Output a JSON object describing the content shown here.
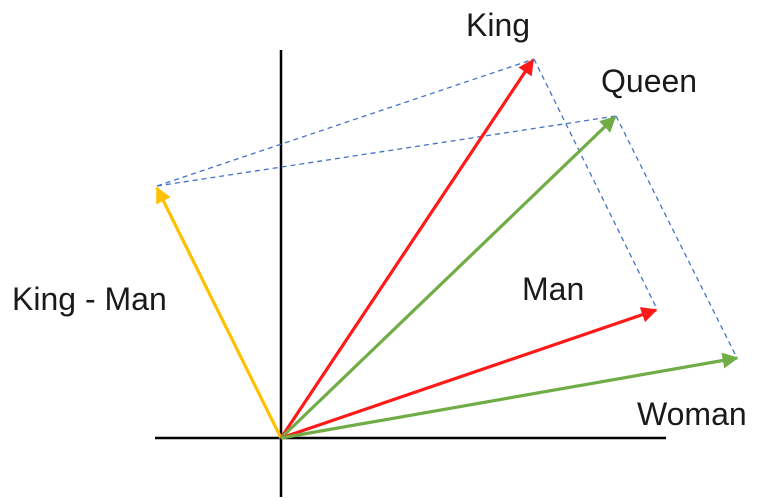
{
  "diagram": {
    "labels": {
      "king": "King",
      "queen": "Queen",
      "man": "Man",
      "woman": "Woman",
      "king_minus_man": "King - Man"
    },
    "colors": {
      "axis": "#000000",
      "king": "#ff1a1a",
      "man": "#ff1a1a",
      "queen": "#70ad47",
      "woman": "#70ad47",
      "king_minus_man": "#ffc000",
      "guide": "#4472c4"
    }
  }
}
